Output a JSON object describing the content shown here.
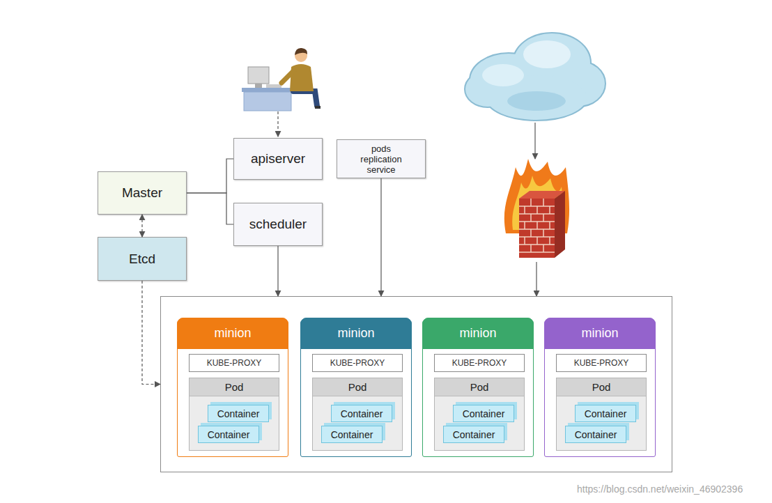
{
  "diagram": {
    "nodes": [
      {
        "text": [
          "apiserver"
        ]
      },
      {
        "text": [
          "pods replication service"
        ]
      },
      {
        "text": [
          "Master"
        ]
      },
      {
        "text": [
          "scheduler"
        ]
      },
      {
        "text": [
          "Etcd"
        ]
      },
      {
        "text": []
      },
      {
        "text": [
          "minion"
        ],
        "in": 5
      },
      {
        "text": [
          "KUBE-PROXY"
        ],
        "in": 6
      },
      {
        "text": [
          "Pod"
        ],
        "in": 6
      },
      {
        "text": [
          "Container"
        ],
        "in": 8
      },
      {
        "text": [
          "Container"
        ],
        "in": 8
      },
      {
        "text": [
          "minion"
        ],
        "in": 5
      },
      {
        "text": [
          "KUBE-PROXY"
        ],
        "in": 11
      },
      {
        "text": [
          "Pod"
        ],
        "in": 11
      },
      {
        "text": [
          "Container"
        ],
        "in": 13
      },
      {
        "text": [
          "Container"
        ],
        "in": 13
      },
      {
        "text": [
          "minion"
        ],
        "in": 5
      },
      {
        "text": [
          "KUBE-PROXY"
        ],
        "in": 16
      },
      {
        "text": [
          "Pod"
        ],
        "in": 16
      },
      {
        "text": [
          "Container"
        ],
        "in": 18
      },
      {
        "text": [
          "Container"
        ],
        "in": 18
      },
      {
        "text": [
          "minion"
        ],
        "in": 5
      },
      {
        "text": [
          "KUBE-PROXY"
        ],
        "in": 21
      },
      {
        "text": [
          "Pod"
        ],
        "in": 21
      },
      {
        "text": [
          "Container"
        ],
        "in": 23
      },
      {
        "text": [
          "Container"
        ],
        "in": 23
      }
    ],
    "edges": [
      {
        "from": 2,
        "to": 0,
        "arrow": "none"
      },
      {
        "from": 2,
        "to": 3,
        "arrow": "none"
      },
      {
        "from": 4,
        "to": 2,
        "arrow": "both"
      },
      {
        "from": 3,
        "to": 5,
        "arrow": "to"
      },
      {
        "from": 1,
        "to": 5,
        "arrow": "to"
      },
      {
        "from": 4,
        "to": 5,
        "arrow": "to"
      }
    ],
    "labels": [
      "https://blog.csdn.net/weixin_46902396"
    ]
  }
}
